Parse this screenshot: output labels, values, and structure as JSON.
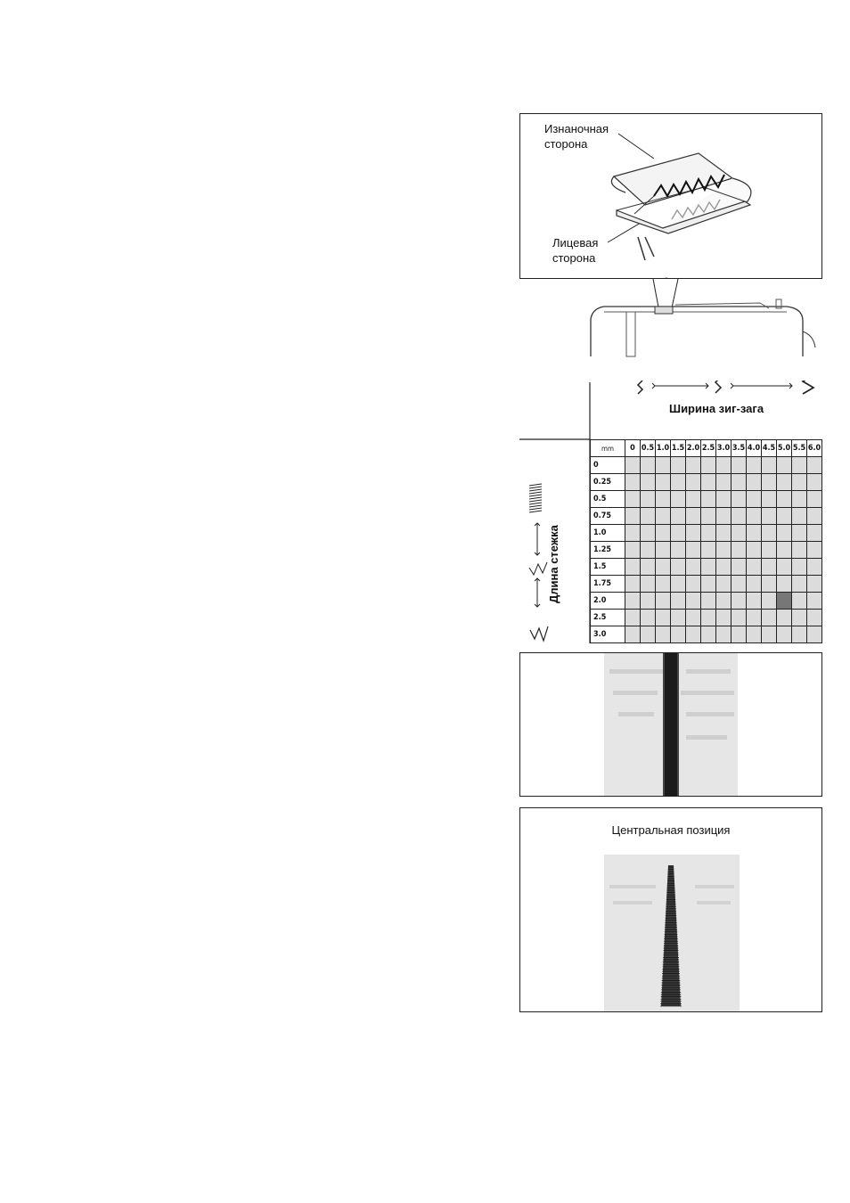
{
  "fold_panel": {
    "wrong_side_label": "Изнаночная\nсторона",
    "right_side_label": "Лицевая\nсторона"
  },
  "chart_data": {
    "type": "table",
    "x_axis_title": "Ширина зиг-зага",
    "y_axis_title": "Длина стежка",
    "unit_label": "mm",
    "widths": [
      "0",
      "0.5",
      "1.0",
      "1.5",
      "2.0",
      "2.5",
      "3.0",
      "3.5",
      "4.0",
      "4.5",
      "5.0",
      "5.5",
      "6.0"
    ],
    "lengths": [
      "0",
      "0.25",
      "0.5",
      "0.75",
      "1.0",
      "1.25",
      "1.5",
      "1.75",
      "2.0",
      "2.5",
      "3.0"
    ],
    "selected_cell": {
      "width": "5.0",
      "length": "2.0"
    },
    "colors": {
      "cell": "#dcdcdc",
      "selected": "#777777",
      "lines": "#222222"
    }
  },
  "taper_panel": {
    "title": "Центральная позиция"
  }
}
